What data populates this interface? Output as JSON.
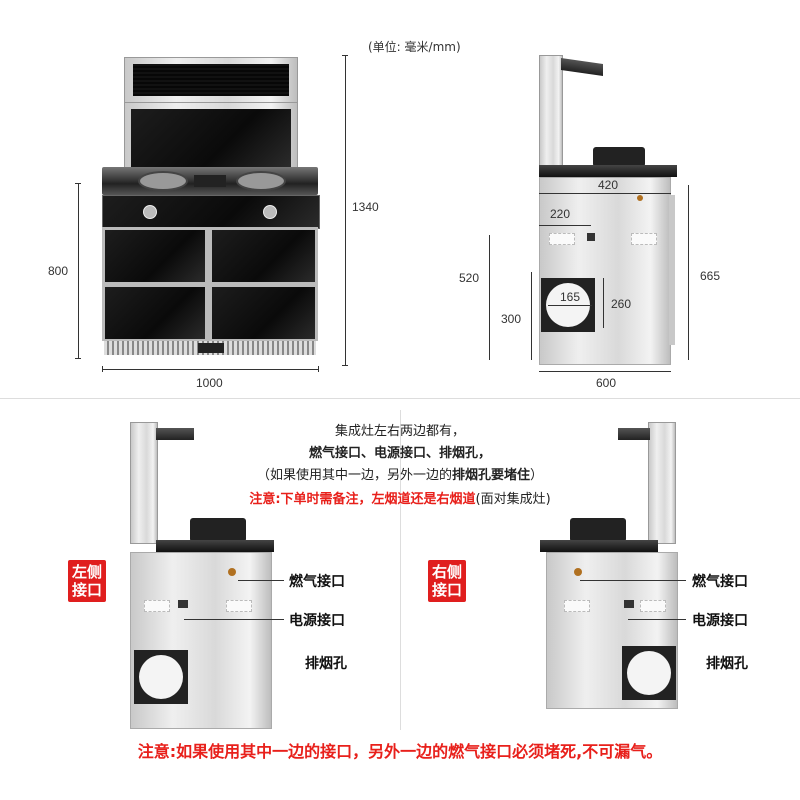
{
  "unit_label": "(单位: 毫米/mm)",
  "front_view": {
    "height_total": "1340",
    "height_body": "800",
    "width": "1000"
  },
  "side_view": {
    "depth_top": "420",
    "offset_gas": "220",
    "h_power": "520",
    "h_exhaust": "300",
    "exhaust_diameter": "165",
    "exhaust_offset": "260",
    "h_top": "665",
    "depth_body": "600"
  },
  "notes": {
    "line1": "集成灶左右两边都有，",
    "line2": "燃气接口、电源接口、排烟孔，",
    "line3_prefix": "（如果使用其中一边，另外一边的",
    "line3_bold": "排烟孔要堵住",
    "line3_suffix": "）",
    "line4_red": "注意:下单时需备注，左烟道还是右烟道",
    "line4_suffix": "(面对集成灶)"
  },
  "left_panel": {
    "tag_line1": "左侧",
    "tag_line2": "接口",
    "gas": "燃气接口",
    "power": "电源接口",
    "exhaust": "排烟孔"
  },
  "right_panel": {
    "tag_line1": "右侧",
    "tag_line2": "接口",
    "gas": "燃气接口",
    "power": "电源接口",
    "exhaust": "排烟孔"
  },
  "bottom_warning": "注意:如果使用其中一边的接口，另外一边的燃气接口必须堵死,不可漏气。"
}
